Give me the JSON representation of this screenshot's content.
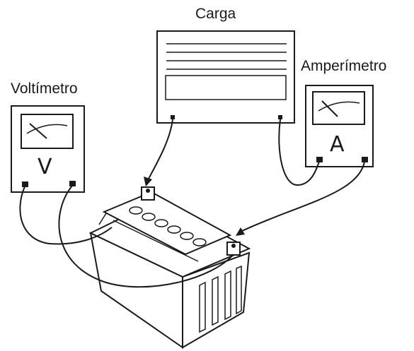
{
  "labels": {
    "load": "Carga",
    "voltmeter": "Voltímetro",
    "ammeter": "Amperímetro"
  },
  "meters": {
    "voltmeter_symbol": "V",
    "ammeter_symbol": "A"
  }
}
